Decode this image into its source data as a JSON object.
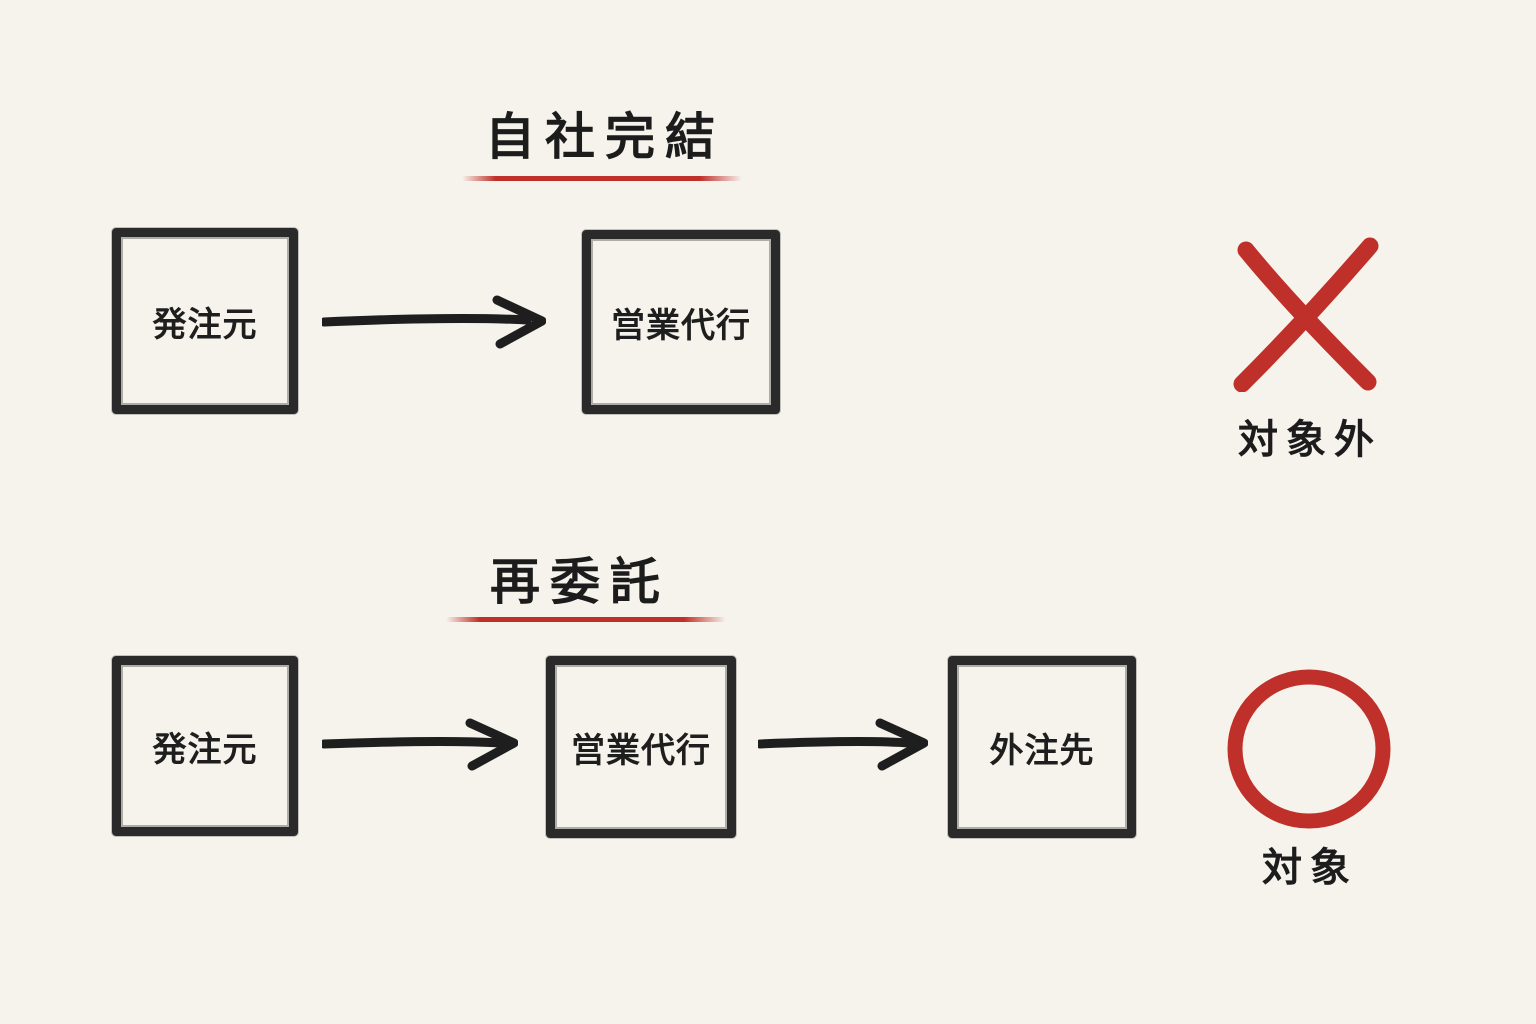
{
  "sections": [
    {
      "title": "自社完結",
      "nodes": [
        "発注元",
        "営業代行"
      ],
      "verdict": "対象外",
      "verdict_mark": "cross-mark-icon"
    },
    {
      "title": "再委託",
      "nodes": [
        "発注元",
        "営業代行",
        "外注先"
      ],
      "verdict": "対象",
      "verdict_mark": "circle-mark-icon"
    }
  ],
  "colors": {
    "ink": "#1e1e1e",
    "accent_red": "#c0302a",
    "paper": "#f6f3ec"
  }
}
